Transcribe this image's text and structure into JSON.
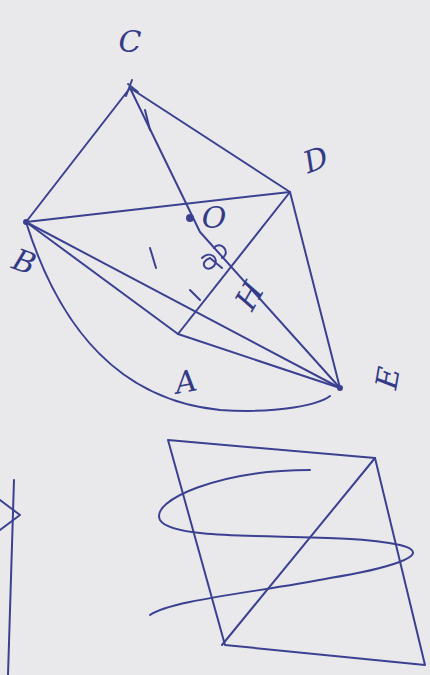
{
  "diagram": {
    "labels": [
      "C",
      "D",
      "B",
      "E",
      "A",
      "O",
      "H"
    ]
  }
}
